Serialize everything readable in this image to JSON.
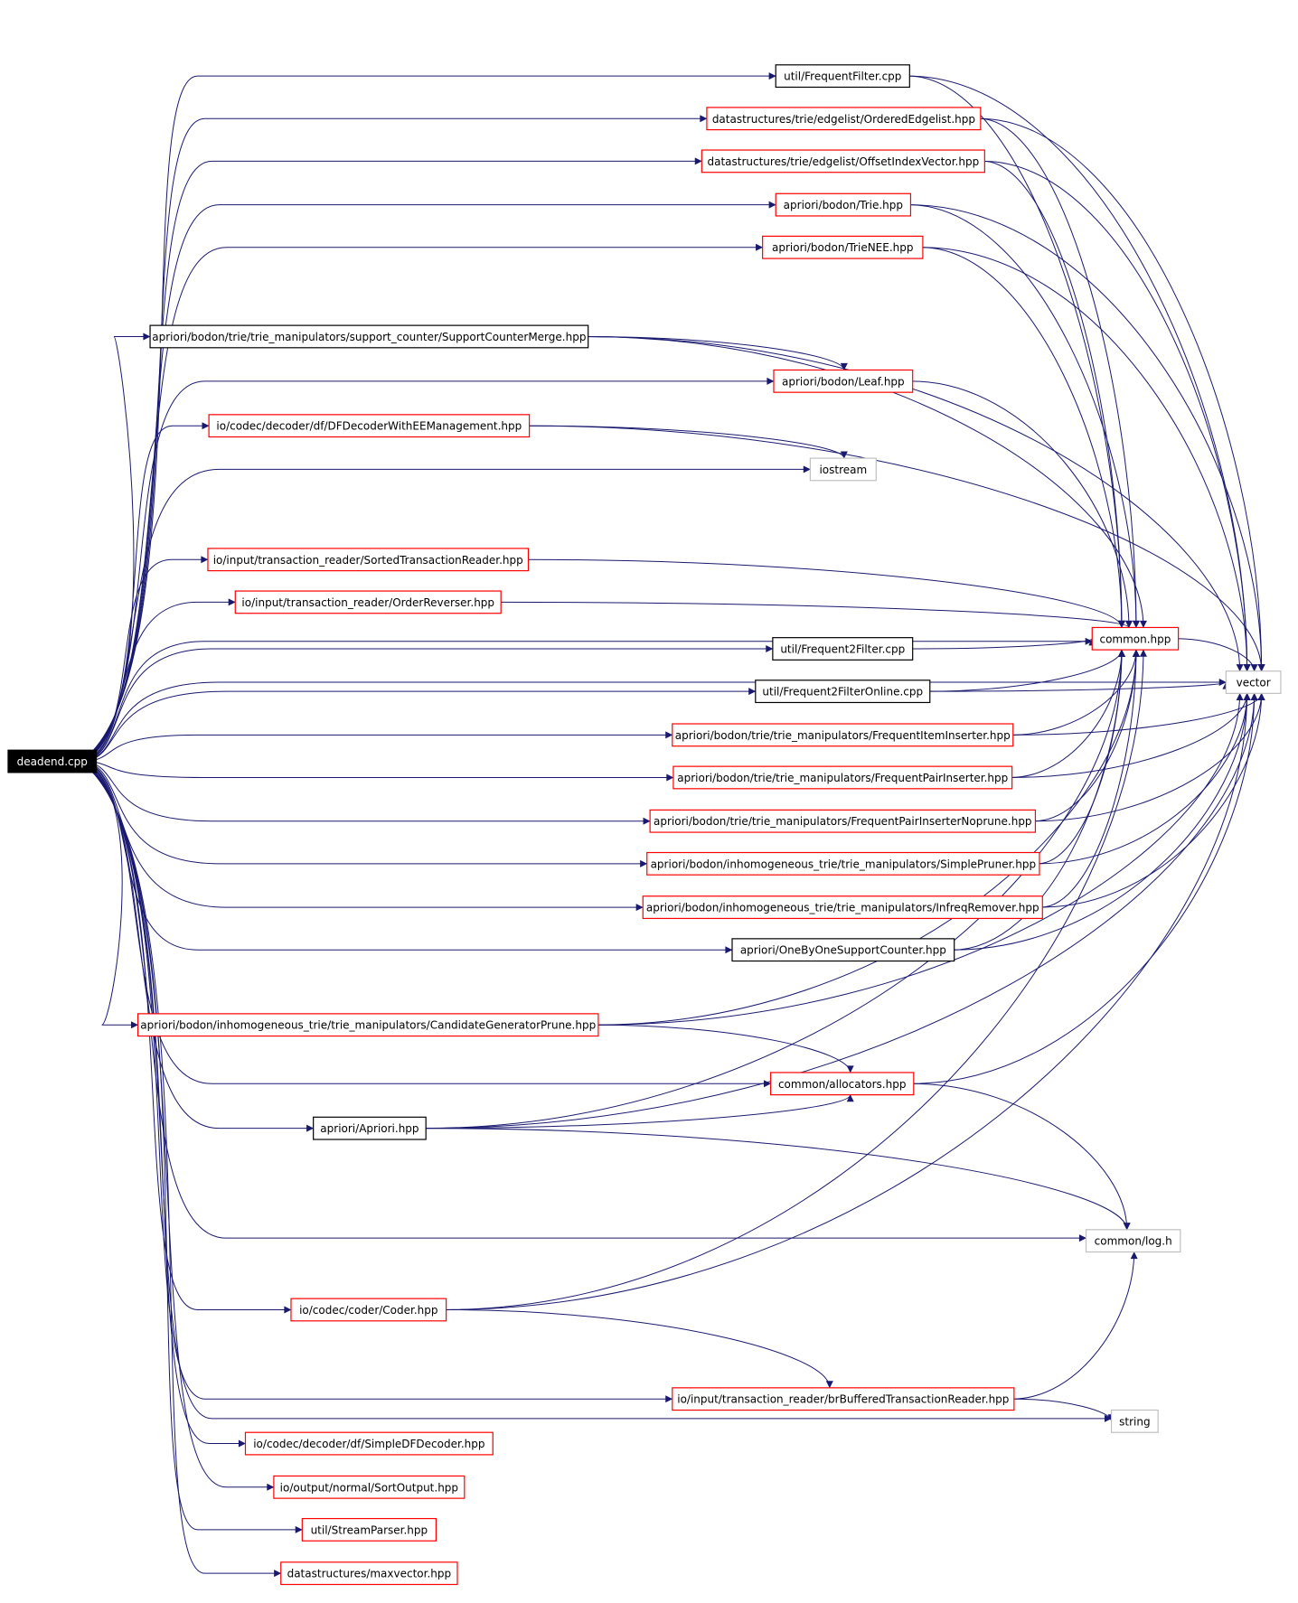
{
  "colors": {
    "edge": "#191970",
    "border_red": "#ff0000",
    "border_black": "#000000",
    "border_gray": "#c0c0c0",
    "root_fill": "#000000",
    "root_text": "#ffffff",
    "text": "#000000"
  },
  "nodes": [
    {
      "id": "root",
      "label": "deadend.cpp",
      "style": "root"
    },
    {
      "id": "ff",
      "label": "util/FrequentFilter.cpp",
      "style": "black"
    },
    {
      "id": "oel",
      "label": "datastructures/trie/edgelist/OrderedEdgelist.hpp",
      "style": "red"
    },
    {
      "id": "oiv",
      "label": "datastructures/trie/edgelist/OffsetIndexVector.hpp",
      "style": "red"
    },
    {
      "id": "trie",
      "label": "apriori/bodon/Trie.hpp",
      "style": "red"
    },
    {
      "id": "trienee",
      "label": "apriori/bodon/TrieNEE.hpp",
      "style": "red"
    },
    {
      "id": "scm",
      "label": "apriori/bodon/trie/trie_manipulators/support_counter/SupportCounterMerge.hpp",
      "style": "black"
    },
    {
      "id": "leaf",
      "label": "apriori/bodon/Leaf.hpp",
      "style": "red"
    },
    {
      "id": "dfdee",
      "label": "io/codec/decoder/df/DFDecoderWithEEManagement.hpp",
      "style": "red"
    },
    {
      "id": "iostream",
      "label": "iostream",
      "style": "gray"
    },
    {
      "id": "str",
      "label": "io/input/transaction_reader/SortedTransactionReader.hpp",
      "style": "red"
    },
    {
      "id": "orr",
      "label": "io/input/transaction_reader/OrderReverser.hpp",
      "style": "red"
    },
    {
      "id": "common",
      "label": "common.hpp",
      "style": "red"
    },
    {
      "id": "f2f",
      "label": "util/Frequent2Filter.cpp",
      "style": "black"
    },
    {
      "id": "vector",
      "label": "vector",
      "style": "gray"
    },
    {
      "id": "f2fo",
      "label": "util/Frequent2FilterOnline.cpp",
      "style": "black"
    },
    {
      "id": "fii",
      "label": "apriori/bodon/trie/trie_manipulators/FrequentItemInserter.hpp",
      "style": "red"
    },
    {
      "id": "fpi",
      "label": "apriori/bodon/trie/trie_manipulators/FrequentPairInserter.hpp",
      "style": "red"
    },
    {
      "id": "fpin",
      "label": "apriori/bodon/trie/trie_manipulators/FrequentPairInserterNoprune.hpp",
      "style": "red"
    },
    {
      "id": "sp",
      "label": "apriori/bodon/inhomogeneous_trie/trie_manipulators/SimplePruner.hpp",
      "style": "red"
    },
    {
      "id": "ifr",
      "label": "apriori/bodon/inhomogeneous_trie/trie_manipulators/InfreqRemover.hpp",
      "style": "red"
    },
    {
      "id": "obo",
      "label": "apriori/OneByOneSupportCounter.hpp",
      "style": "black"
    },
    {
      "id": "cgp",
      "label": "apriori/bodon/inhomogeneous_trie/trie_manipulators/CandidateGeneratorPrune.hpp",
      "style": "red"
    },
    {
      "id": "alloc",
      "label": "common/allocators.hpp",
      "style": "red"
    },
    {
      "id": "apr",
      "label": "apriori/Apriori.hpp",
      "style": "black"
    },
    {
      "id": "log",
      "label": "common/log.h",
      "style": "gray"
    },
    {
      "id": "coder",
      "label": "io/codec/coder/Coder.hpp",
      "style": "red"
    },
    {
      "id": "btr",
      "label": "io/input/transaction_reader/brBufferedTransactionReader.hpp",
      "style": "red"
    },
    {
      "id": "string",
      "label": "string",
      "style": "gray"
    },
    {
      "id": "sdf",
      "label": "io/codec/decoder/df/SimpleDFDecoder.hpp",
      "style": "red"
    },
    {
      "id": "so",
      "label": "io/output/normal/SortOutput.hpp",
      "style": "red"
    },
    {
      "id": "sprs",
      "label": "util/StreamParser.hpp",
      "style": "red"
    },
    {
      "id": "mv",
      "label": "datastructures/maxvector.hpp",
      "style": "red"
    }
  ],
  "edges": [
    [
      "root",
      "ff"
    ],
    [
      "root",
      "oel"
    ],
    [
      "root",
      "oiv"
    ],
    [
      "root",
      "trie"
    ],
    [
      "root",
      "trienee"
    ],
    [
      "root",
      "scm"
    ],
    [
      "root",
      "leaf"
    ],
    [
      "root",
      "dfdee"
    ],
    [
      "root",
      "iostream"
    ],
    [
      "root",
      "str"
    ],
    [
      "root",
      "orr"
    ],
    [
      "root",
      "common"
    ],
    [
      "root",
      "f2f"
    ],
    [
      "root",
      "vector"
    ],
    [
      "root",
      "f2fo"
    ],
    [
      "root",
      "fii"
    ],
    [
      "root",
      "fpi"
    ],
    [
      "root",
      "fpin"
    ],
    [
      "root",
      "sp"
    ],
    [
      "root",
      "ifr"
    ],
    [
      "root",
      "obo"
    ],
    [
      "root",
      "cgp"
    ],
    [
      "root",
      "alloc"
    ],
    [
      "root",
      "apr"
    ],
    [
      "root",
      "log"
    ],
    [
      "root",
      "coder"
    ],
    [
      "root",
      "btr"
    ],
    [
      "root",
      "string"
    ],
    [
      "root",
      "sdf"
    ],
    [
      "root",
      "so"
    ],
    [
      "root",
      "sprs"
    ],
    [
      "root",
      "mv"
    ],
    [
      "ff",
      "common"
    ],
    [
      "ff",
      "vector"
    ],
    [
      "oel",
      "common"
    ],
    [
      "oel",
      "vector"
    ],
    [
      "oiv",
      "common"
    ],
    [
      "oiv",
      "vector"
    ],
    [
      "trie",
      "common"
    ],
    [
      "trie",
      "vector"
    ],
    [
      "trienee",
      "common"
    ],
    [
      "trienee",
      "vector"
    ],
    [
      "scm",
      "leaf"
    ],
    [
      "scm",
      "common"
    ],
    [
      "scm",
      "vector"
    ],
    [
      "leaf",
      "common"
    ],
    [
      "dfdee",
      "iostream"
    ],
    [
      "dfdee",
      "vector"
    ],
    [
      "str",
      "common"
    ],
    [
      "orr",
      "common"
    ],
    [
      "common",
      "vector"
    ],
    [
      "f2f",
      "common"
    ],
    [
      "f2fo",
      "common"
    ],
    [
      "f2fo",
      "vector"
    ],
    [
      "fii",
      "common"
    ],
    [
      "fii",
      "vector"
    ],
    [
      "fpi",
      "common"
    ],
    [
      "fpi",
      "vector"
    ],
    [
      "fpin",
      "common"
    ],
    [
      "fpin",
      "vector"
    ],
    [
      "sp",
      "common"
    ],
    [
      "sp",
      "vector"
    ],
    [
      "ifr",
      "common"
    ],
    [
      "ifr",
      "vector"
    ],
    [
      "obo",
      "common"
    ],
    [
      "obo",
      "vector"
    ],
    [
      "cgp",
      "common"
    ],
    [
      "cgp",
      "alloc"
    ],
    [
      "cgp",
      "vector"
    ],
    [
      "alloc",
      "log"
    ],
    [
      "alloc",
      "vector"
    ],
    [
      "apr",
      "alloc"
    ],
    [
      "apr",
      "common"
    ],
    [
      "apr",
      "log"
    ],
    [
      "apr",
      "vector"
    ],
    [
      "coder",
      "common"
    ],
    [
      "coder",
      "btr"
    ],
    [
      "coder",
      "vector"
    ],
    [
      "btr",
      "log"
    ],
    [
      "btr",
      "string"
    ]
  ]
}
